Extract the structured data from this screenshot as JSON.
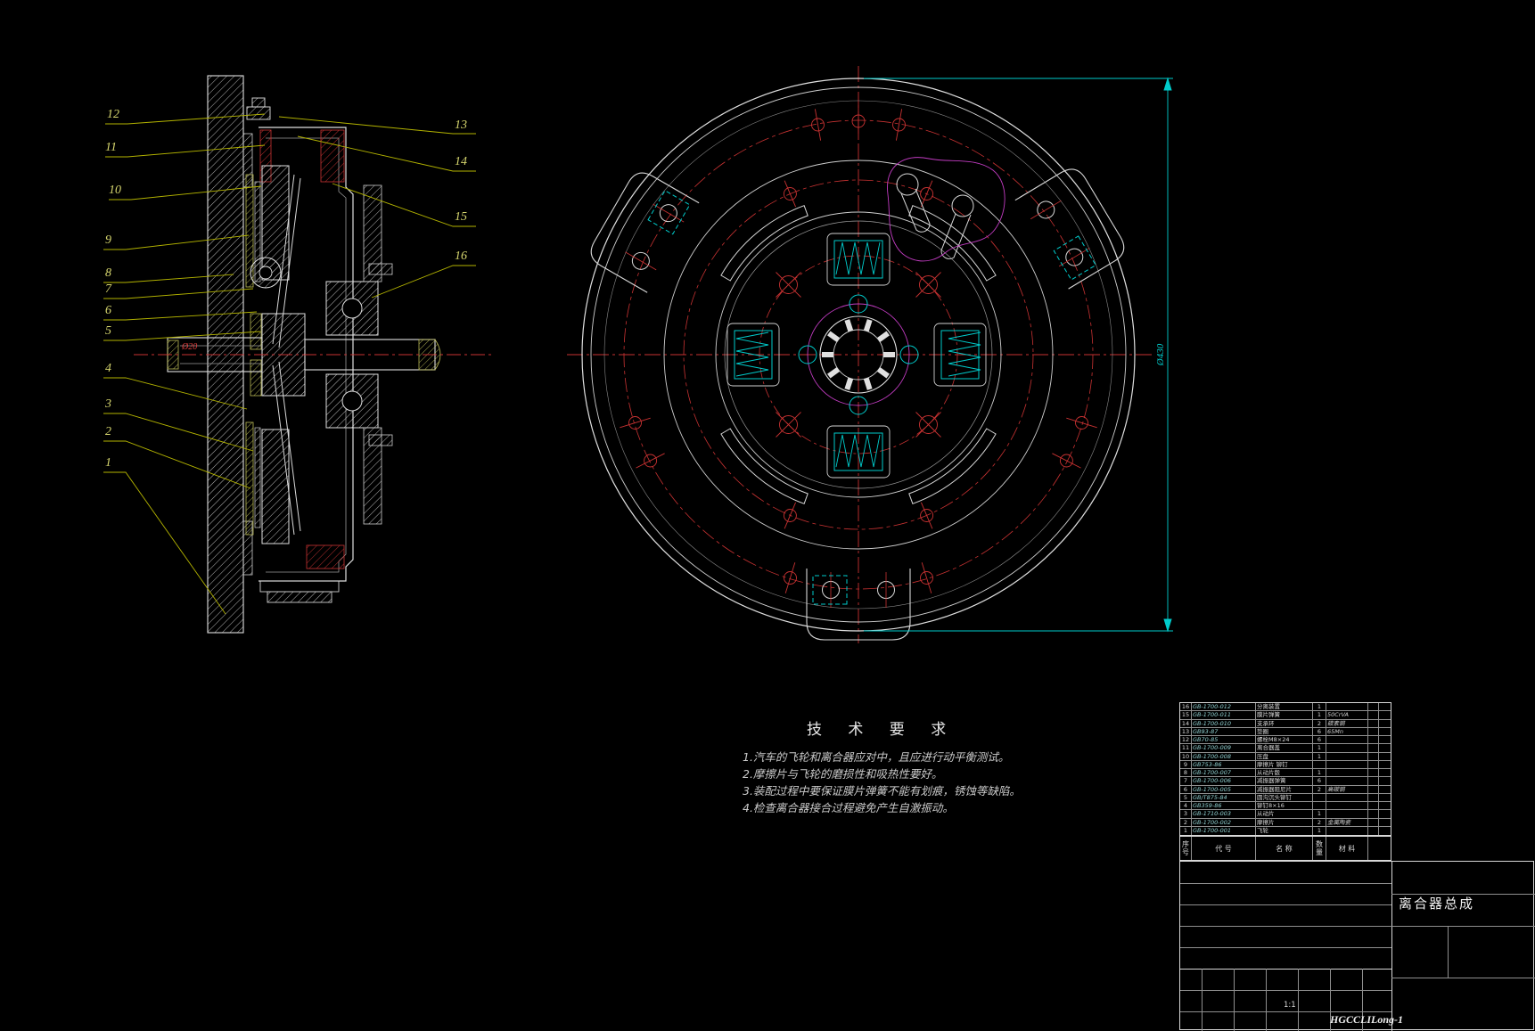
{
  "page": {
    "background": "#000000"
  },
  "colors": {
    "line": "#e0e0e0",
    "red": "#c83232",
    "leader_yellow": "#b3b300",
    "cyan": "#00cccc",
    "magenta": "#c23cc2",
    "hatch_yellow": "#b9b955"
  },
  "callouts": [
    "1",
    "2",
    "3",
    "4",
    "5",
    "6",
    "7",
    "8",
    "9",
    "10",
    "11",
    "12",
    "13",
    "14",
    "15",
    "16"
  ],
  "dimensions": {
    "shaft_dia": "Ø20",
    "outer_dia": "Ø430"
  },
  "tech_requirements": {
    "title": "技 术 要 求",
    "items": [
      "1.汽车的飞轮和离合器应对中，且应进行动平衡测试。",
      "2.摩擦片与飞轮的磨损性和吸热性要好。",
      "3.装配过程中要保证膜片弹簧不能有划痕，锈蚀等缺陷。",
      "4.检查离合器接合过程避免产生自激振动。"
    ]
  },
  "bom": {
    "headers": {
      "no": "序\n号",
      "code": "代  号",
      "name": "名  称",
      "qty": "数\n量",
      "material": "材  料"
    },
    "rows": [
      {
        "no": "16",
        "code": "GB-1700-012",
        "name": "分离装置",
        "qty": "1",
        "material": ""
      },
      {
        "no": "15",
        "code": "GB-1700-011",
        "name": "膜片弹簧",
        "qty": "1",
        "material": "50CrVA"
      },
      {
        "no": "14",
        "code": "GB-1700-010",
        "name": "支承环",
        "qty": "2",
        "material": "碳素钢"
      },
      {
        "no": "13",
        "code": "GB93-87",
        "name": "垫圈",
        "qty": "6",
        "material": "65Mn"
      },
      {
        "no": "12",
        "code": "GB70-85",
        "name": "螺栓M8×24",
        "qty": "6",
        "material": ""
      },
      {
        "no": "11",
        "code": "GB-1700-009",
        "name": "离合器盖",
        "qty": "1",
        "material": ""
      },
      {
        "no": "10",
        "code": "GB-1700-008",
        "name": "压盘",
        "qty": "1",
        "material": ""
      },
      {
        "no": "9",
        "code": "GB753-86",
        "name": "摩擦片 铆钉",
        "qty": "",
        "material": ""
      },
      {
        "no": "8",
        "code": "GB-1700-007",
        "name": "从动片毂",
        "qty": "1",
        "material": ""
      },
      {
        "no": "7",
        "code": "GB-1700-006",
        "name": "减振器弹簧",
        "qty": "6",
        "material": ""
      },
      {
        "no": "6",
        "code": "GB-1700-005",
        "name": "减振器阻尼片",
        "qty": "2",
        "material": "高碳钢"
      },
      {
        "no": "5",
        "code": "GB/T875-84",
        "name": "圆沟沉头铆钉",
        "qty": "",
        "material": ""
      },
      {
        "no": "4",
        "code": "GB359-86",
        "name": "铆钉8×16",
        "qty": "",
        "material": ""
      },
      {
        "no": "3",
        "code": "GB-1710-003",
        "name": "从动片",
        "qty": "1",
        "material": ""
      },
      {
        "no": "2",
        "code": "GB-1700-002",
        "name": "摩擦片",
        "qty": "2",
        "material": "金属陶瓷"
      },
      {
        "no": "1",
        "code": "GB-1700-001",
        "name": "飞轮",
        "qty": "1",
        "material": ""
      }
    ]
  },
  "title_block": {
    "title": "离合器总成",
    "doc_no": "HGCCLILong-1",
    "scale": "1:1"
  }
}
